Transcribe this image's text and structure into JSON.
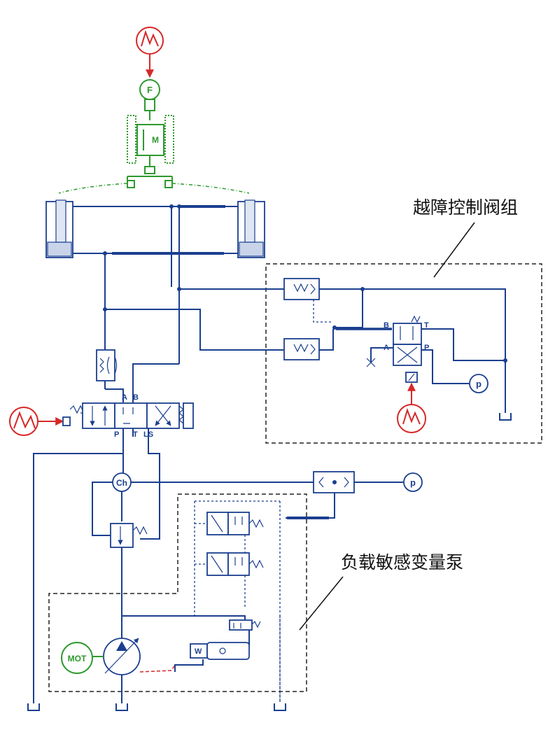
{
  "annotations": {
    "obstacle_valve_group": "越障控制阀组",
    "load_sensing_pump": "负载敏感变量泵"
  },
  "port_labels": {
    "a": "A",
    "b": "B",
    "p": "P",
    "t": "T",
    "ls": "LS",
    "b2": "B",
    "a2": "A",
    "t2": "T",
    "p2": "P"
  },
  "component_labels": {
    "force_sensor": "F",
    "mass": "M",
    "charge_node": "Ch",
    "pressure_gauge": "p",
    "motor": "MOT"
  },
  "colors": {
    "hydraulic": "#1b3f8f",
    "mechanical": "#2e9a2e",
    "signal": "#d62828"
  }
}
